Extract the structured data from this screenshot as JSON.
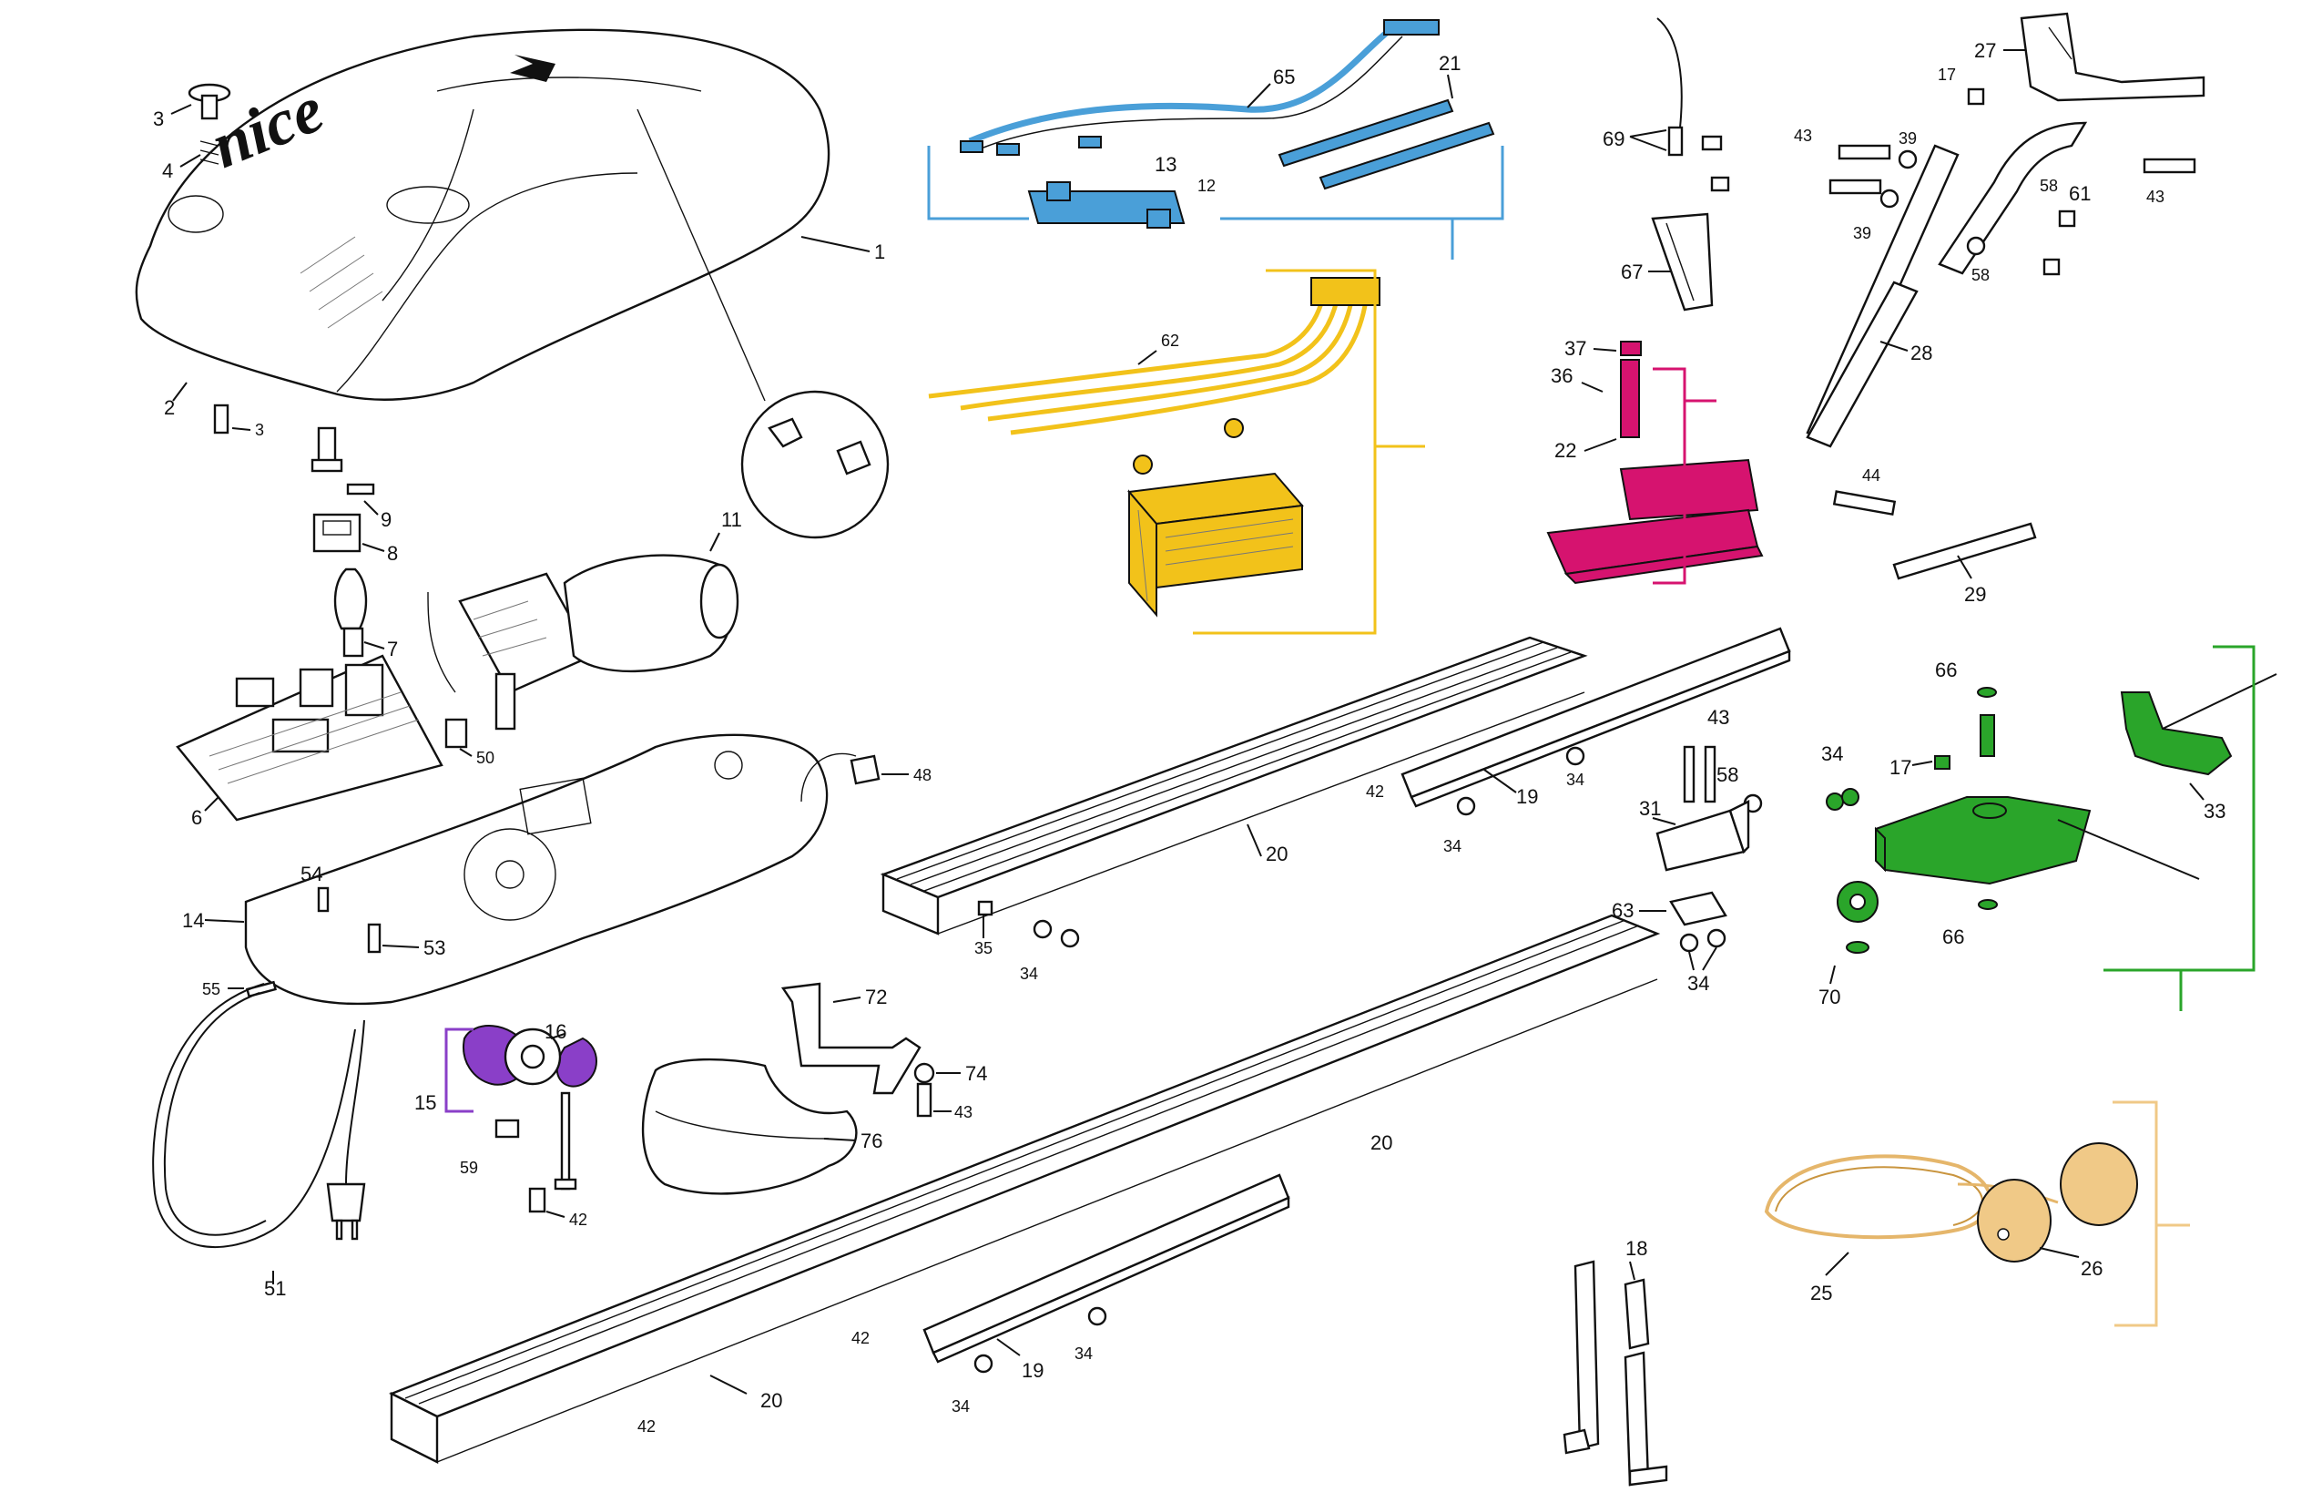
{
  "brand_text": "nice",
  "accent_colors": {
    "wiring_harness": "#4a9fd8",
    "transformer": "#f2c21a",
    "bracket": "#d6136f",
    "sprocket_chain": "#8a3fc8",
    "carriage": "#2aa52a",
    "light_cord": "#f0c987"
  },
  "labels": {
    "l1": "1",
    "l2": "2",
    "l3a": "3",
    "l3b": "3",
    "l4": "4",
    "l6": "6",
    "l7": "7",
    "l8": "8",
    "l9": "9",
    "l11": "11",
    "l12": "12",
    "l13": "13",
    "l14": "14",
    "l15": "15",
    "l16": "16",
    "l17a": "17",
    "l17b": "17",
    "l18": "18",
    "l19a": "19",
    "l19b": "19",
    "l20a": "20",
    "l20b": "20",
    "l20c": "20",
    "l21": "21",
    "l22": "22",
    "l25": "25",
    "l26": "26",
    "l27": "27",
    "l28": "28",
    "l29": "29",
    "l31": "31",
    "l33": "33",
    "l34a": "34",
    "l34b": "34",
    "l34c": "34",
    "l34d": "34",
    "l34e": "34",
    "l34f": "34",
    "l34g": "34",
    "l35": "35",
    "l36": "36",
    "l37": "37",
    "l39a": "39",
    "l39b": "39",
    "l42a": "42",
    "l42b": "42",
    "l42c": "42",
    "l42d": "42",
    "l43a": "43",
    "l43b": "43",
    "l43c": "43",
    "l43d": "43",
    "l44": "44",
    "l48": "48",
    "l50": "50",
    "l51": "51",
    "l53": "53",
    "l54": "54",
    "l55": "55",
    "l58a": "58",
    "l58b": "58",
    "l58c": "58",
    "l59": "59",
    "l61": "61",
    "l62": "62",
    "l63": "63",
    "l65": "65",
    "l66a": "66",
    "l66b": "66",
    "l67": "67",
    "l69": "69",
    "l70": "70",
    "l72": "72",
    "l74": "74",
    "l76": "76"
  }
}
